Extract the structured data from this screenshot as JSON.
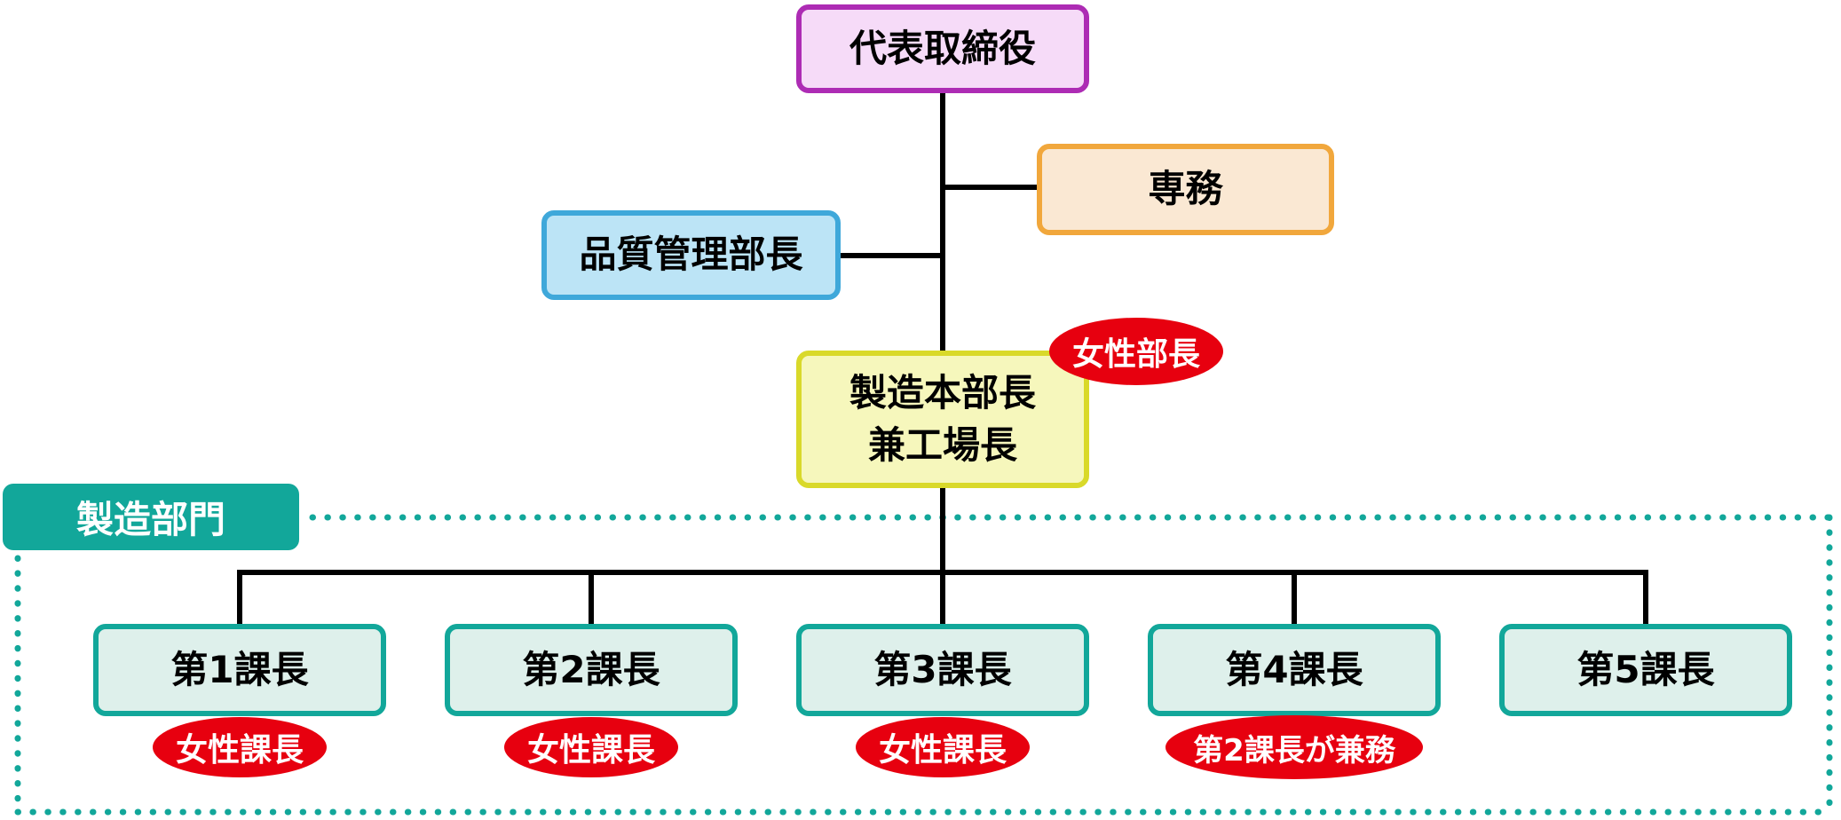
{
  "org": {
    "root": {
      "label": "代表取締役"
    },
    "executive": {
      "label": "専務"
    },
    "quality": {
      "label": "品質管理部長"
    },
    "factory": {
      "label": "製造本部長\n兼工場長",
      "badge": "女性部長"
    },
    "division": {
      "label": "製造部門"
    },
    "sections": [
      {
        "label": "第1課長",
        "badge": "女性課長"
      },
      {
        "label": "第2課長",
        "badge": "女性課長"
      },
      {
        "label": "第3課長",
        "badge": "女性課長"
      },
      {
        "label": "第4課長",
        "badge": "第2課長が兼務"
      },
      {
        "label": "第5課長"
      }
    ],
    "colors": {
      "president_fill": "#f6dbf8",
      "president_border": "#ad2cb4",
      "executive_fill": "#fae8d3",
      "executive_border": "#f1a73c",
      "quality_fill": "#bce4f6",
      "quality_border": "#3fa8da",
      "factory_fill": "#f6f7bc",
      "factory_border": "#d9d92a",
      "section_fill": "#def0eb",
      "teal": "#12a79a",
      "badge_red": "#e7000f",
      "connector_black": "#000000"
    }
  }
}
